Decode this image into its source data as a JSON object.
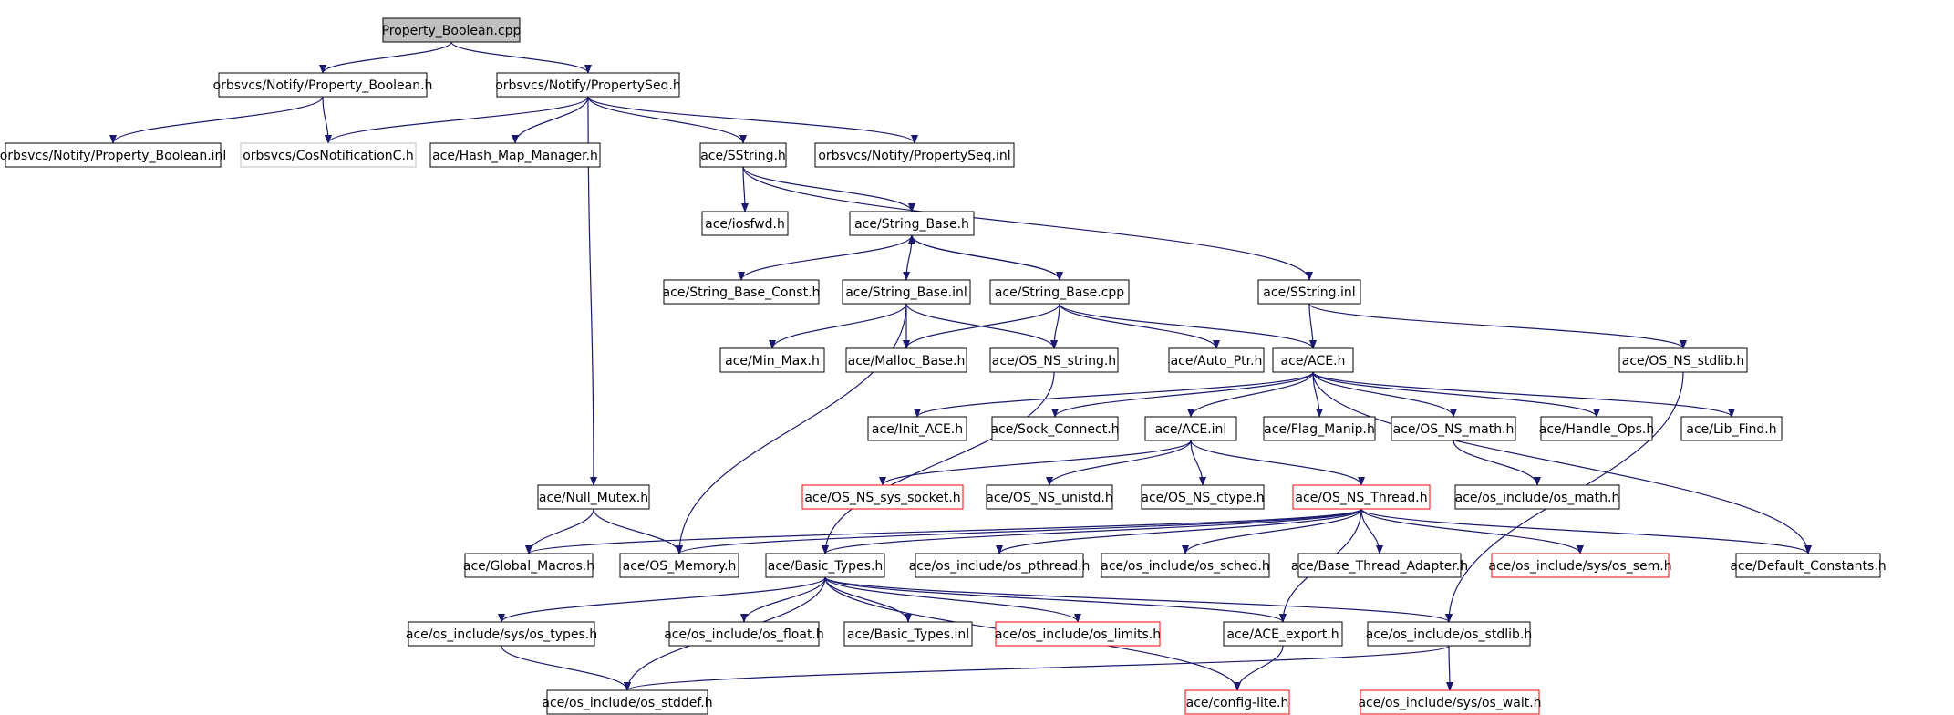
{
  "colors": {
    "edge": "#191970",
    "border_default": "#000000",
    "border_truncated": "#ff0000",
    "border_missing": "#bfbfbf",
    "root_fill": "#bfbfbf",
    "node_fill": "#ffffff",
    "text": "#000000"
  },
  "nodes": [
    {
      "id": "root",
      "label": "Property_Boolean.cpp",
      "style": "root"
    },
    {
      "id": "pb_h",
      "label": "orbsvcs/Notify/Property_Boolean.h",
      "style": "default"
    },
    {
      "id": "pseq_h",
      "label": "orbsvcs/Notify/PropertySeq.h",
      "style": "default"
    },
    {
      "id": "pb_inl",
      "label": "orbsvcs/Notify/Property_Boolean.inl",
      "style": "default"
    },
    {
      "id": "cosnotif",
      "label": "orbsvcs/CosNotificationC.h",
      "style": "missing"
    },
    {
      "id": "hashmap",
      "label": "ace/Hash_Map_Manager.h",
      "style": "default"
    },
    {
      "id": "sstring_h",
      "label": "ace/SString.h",
      "style": "default"
    },
    {
      "id": "pseq_inl",
      "label": "orbsvcs/Notify/PropertySeq.inl",
      "style": "default"
    },
    {
      "id": "iosfwd",
      "label": "ace/iosfwd.h",
      "style": "default"
    },
    {
      "id": "strbase_h",
      "label": "ace/String_Base.h",
      "style": "default"
    },
    {
      "id": "strbase_const",
      "label": "ace/String_Base_Const.h",
      "style": "default"
    },
    {
      "id": "strbase_inl",
      "label": "ace/String_Base.inl",
      "style": "default"
    },
    {
      "id": "strbase_cpp",
      "label": "ace/String_Base.cpp",
      "style": "default"
    },
    {
      "id": "sstring_inl",
      "label": "ace/SString.inl",
      "style": "default"
    },
    {
      "id": "minmax",
      "label": "ace/Min_Max.h",
      "style": "default"
    },
    {
      "id": "mallocbase",
      "label": "ace/Malloc_Base.h",
      "style": "default"
    },
    {
      "id": "osnsstring",
      "label": "ace/OS_NS_string.h",
      "style": "default"
    },
    {
      "id": "autoptr",
      "label": "ace/Auto_Ptr.h",
      "style": "default"
    },
    {
      "id": "ace_h",
      "label": "ace/ACE.h",
      "style": "default"
    },
    {
      "id": "osnsstdlib",
      "label": "ace/OS_NS_stdlib.h",
      "style": "default"
    },
    {
      "id": "initace",
      "label": "ace/Init_ACE.h",
      "style": "default"
    },
    {
      "id": "sockconnect",
      "label": "ace/Sock_Connect.h",
      "style": "default"
    },
    {
      "id": "ace_inl",
      "label": "ace/ACE.inl",
      "style": "default"
    },
    {
      "id": "flagmanip",
      "label": "ace/Flag_Manip.h",
      "style": "default"
    },
    {
      "id": "osnsmath",
      "label": "ace/OS_NS_math.h",
      "style": "default"
    },
    {
      "id": "handleops",
      "label": "ace/Handle_Ops.h",
      "style": "default"
    },
    {
      "id": "libfind",
      "label": "ace/Lib_Find.h",
      "style": "default"
    },
    {
      "id": "nullmutex",
      "label": "ace/Null_Mutex.h",
      "style": "default"
    },
    {
      "id": "osnssyssocket",
      "label": "ace/OS_NS_sys_socket.h",
      "style": "truncated"
    },
    {
      "id": "osnsunistd",
      "label": "ace/OS_NS_unistd.h",
      "style": "default"
    },
    {
      "id": "osnsctype",
      "label": "ace/OS_NS_ctype.h",
      "style": "default"
    },
    {
      "id": "osnsthread",
      "label": "ace/OS_NS_Thread.h",
      "style": "truncated"
    },
    {
      "id": "osmath",
      "label": "ace/os_include/os_math.h",
      "style": "default"
    },
    {
      "id": "globalmacros",
      "label": "ace/Global_Macros.h",
      "style": "default"
    },
    {
      "id": "osmemory",
      "label": "ace/OS_Memory.h",
      "style": "default"
    },
    {
      "id": "basictypes_h",
      "label": "ace/Basic_Types.h",
      "style": "default"
    },
    {
      "id": "ospthread",
      "label": "ace/os_include/os_pthread.h",
      "style": "default"
    },
    {
      "id": "ossched",
      "label": "ace/os_include/os_sched.h",
      "style": "default"
    },
    {
      "id": "basethreadadapter",
      "label": "ace/Base_Thread_Adapter.h",
      "style": "default"
    },
    {
      "id": "ossem",
      "label": "ace/os_include/sys/os_sem.h",
      "style": "truncated"
    },
    {
      "id": "defaultconst",
      "label": "ace/Default_Constants.h",
      "style": "default"
    },
    {
      "id": "ostypes",
      "label": "ace/os_include/sys/os_types.h",
      "style": "default"
    },
    {
      "id": "osfloat",
      "label": "ace/os_include/os_float.h",
      "style": "default"
    },
    {
      "id": "basictypes_inl",
      "label": "ace/Basic_Types.inl",
      "style": "default"
    },
    {
      "id": "oslimits",
      "label": "ace/os_include/os_limits.h",
      "style": "truncated"
    },
    {
      "id": "aceexport",
      "label": "ace/ACE_export.h",
      "style": "default"
    },
    {
      "id": "osstdlib",
      "label": "ace/os_include/os_stdlib.h",
      "style": "default"
    },
    {
      "id": "osstddef",
      "label": "ace/os_include/os_stddef.h",
      "style": "default"
    },
    {
      "id": "configlite",
      "label": "ace/config-lite.h",
      "style": "truncated"
    },
    {
      "id": "oswait",
      "label": "ace/os_include/sys/os_wait.h",
      "style": "truncated"
    }
  ],
  "edges": [
    [
      "root",
      "pb_h"
    ],
    [
      "root",
      "pseq_h"
    ],
    [
      "pb_h",
      "pb_inl"
    ],
    [
      "pb_h",
      "cosnotif"
    ],
    [
      "pseq_h",
      "cosnotif"
    ],
    [
      "pseq_h",
      "hashmap"
    ],
    [
      "pseq_h",
      "sstring_h"
    ],
    [
      "pseq_h",
      "pseq_inl"
    ],
    [
      "pseq_h",
      "nullmutex"
    ],
    [
      "sstring_h",
      "iosfwd"
    ],
    [
      "sstring_h",
      "strbase_h"
    ],
    [
      "sstring_h",
      "sstring_inl"
    ],
    [
      "strbase_h",
      "strbase_const"
    ],
    [
      "strbase_h",
      "strbase_inl"
    ],
    [
      "strbase_h",
      "strbase_cpp"
    ],
    [
      "strbase_cpp",
      "strbase_h"
    ],
    [
      "strbase_inl",
      "minmax"
    ],
    [
      "strbase_inl",
      "mallocbase"
    ],
    [
      "strbase_inl",
      "osnsstring"
    ],
    [
      "strbase_inl",
      "osmemory"
    ],
    [
      "strbase_cpp",
      "mallocbase"
    ],
    [
      "strbase_cpp",
      "osnsstring"
    ],
    [
      "strbase_cpp",
      "autoptr"
    ],
    [
      "strbase_cpp",
      "ace_h"
    ],
    [
      "sstring_inl",
      "ace_h"
    ],
    [
      "sstring_inl",
      "osnsstdlib"
    ],
    [
      "osnsstring",
      "basictypes_h"
    ],
    [
      "ace_h",
      "initace"
    ],
    [
      "ace_h",
      "sockconnect"
    ],
    [
      "ace_h",
      "ace_inl"
    ],
    [
      "ace_h",
      "flagmanip"
    ],
    [
      "ace_h",
      "osnsmath"
    ],
    [
      "ace_h",
      "handleops"
    ],
    [
      "ace_h",
      "libfind"
    ],
    [
      "ace_h",
      "defaultconst"
    ],
    [
      "osnsstdlib",
      "osstdlib"
    ],
    [
      "ace_inl",
      "osnssyssocket"
    ],
    [
      "ace_inl",
      "osnsunistd"
    ],
    [
      "ace_inl",
      "osnsctype"
    ],
    [
      "ace_inl",
      "osnsthread"
    ],
    [
      "osnsmath",
      "osmath"
    ],
    [
      "nullmutex",
      "globalmacros"
    ],
    [
      "nullmutex",
      "osmemory"
    ],
    [
      "osnsthread",
      "globalmacros"
    ],
    [
      "osnsthread",
      "osmemory"
    ],
    [
      "osnsthread",
      "basictypes_h"
    ],
    [
      "osnsthread",
      "ospthread"
    ],
    [
      "osnsthread",
      "ossched"
    ],
    [
      "osnsthread",
      "basethreadadapter"
    ],
    [
      "osnsthread",
      "ossem"
    ],
    [
      "osnsthread",
      "defaultconst"
    ],
    [
      "osnsthread",
      "aceexport"
    ],
    [
      "basictypes_h",
      "ostypes"
    ],
    [
      "basictypes_h",
      "osfloat"
    ],
    [
      "basictypes_h",
      "basictypes_inl"
    ],
    [
      "basictypes_h",
      "oslimits"
    ],
    [
      "basictypes_h",
      "aceexport"
    ],
    [
      "basictypes_h",
      "osstdlib"
    ],
    [
      "basictypes_h",
      "osstddef"
    ],
    [
      "basictypes_h",
      "configlite"
    ],
    [
      "ostypes",
      "osstddef"
    ],
    [
      "aceexport",
      "configlite"
    ],
    [
      "osstdlib",
      "osstddef"
    ],
    [
      "osstdlib",
      "oswait"
    ]
  ]
}
